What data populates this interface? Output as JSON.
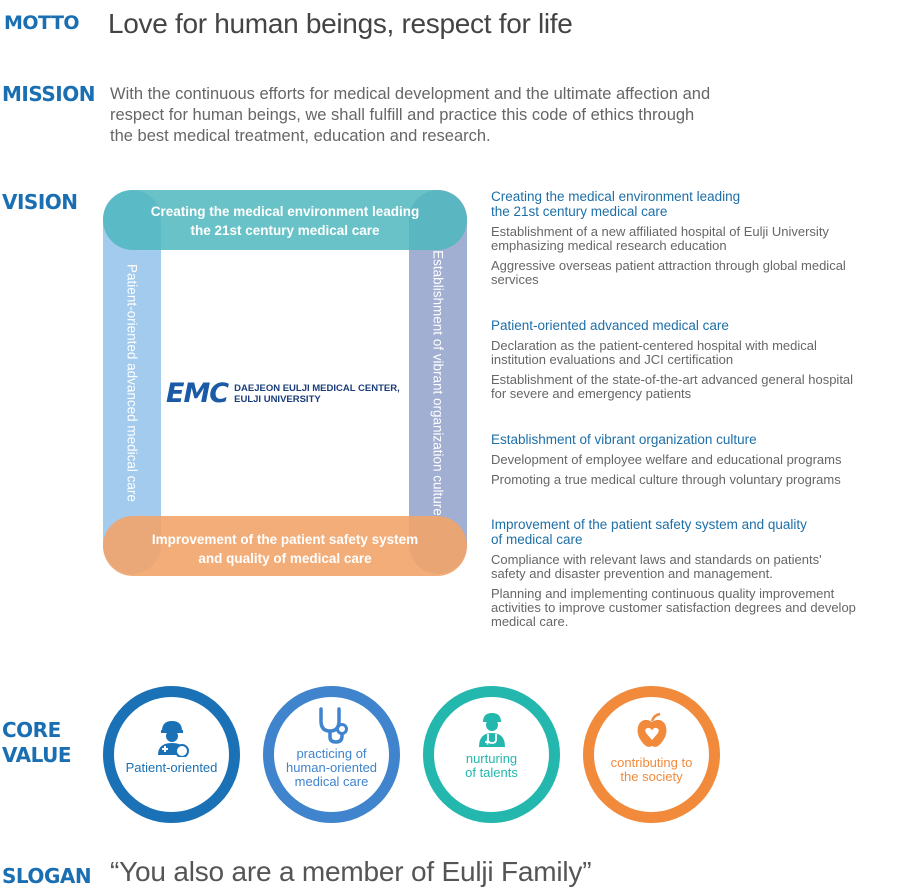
{
  "motto": {
    "label": "MOTTO",
    "text": "Love for human beings, respect for life"
  },
  "mission": {
    "label": "MISSION",
    "lines": [
      "With the continuous efforts for medical development and the ultimate affection and",
      "respect for human beings, we shall fulfill and practice this code of ethics through",
      "the best medical treatment, education and research."
    ]
  },
  "vision": {
    "label": "VISION",
    "frame": {
      "top": [
        "Creating the medical environment leading",
        "the 21st century medical care"
      ],
      "left": "Patient-oriented advanced medical care",
      "right": "Establishment of vibrant organization culture",
      "bottom": [
        "Improvement of the patient safety system",
        "and quality of medical care"
      ]
    },
    "logo": {
      "mark": "EMC",
      "line1": "DAEJEON EULJI MEDICAL CENTER,",
      "line2": "EULJI UNIVERSITY"
    },
    "groups": [
      {
        "title": [
          "Creating the medical environment leading",
          "the 21st century medical care"
        ],
        "items": [
          [
            "Establishment of a new affiliated hospital of Eulji University",
            "emphasizing medical research education"
          ],
          [
            "Aggressive overseas patient attraction through global medical",
            "services"
          ]
        ]
      },
      {
        "title": [
          "Patient-oriented advanced medical care"
        ],
        "items": [
          [
            "Declaration as the patient-centered hospital with medical",
            "institution evaluations and JCI certification"
          ],
          [
            "Establishment of the state-of-the-art advanced general hospital",
            "for severe and emergency patients"
          ]
        ]
      },
      {
        "title": [
          "Establishment of vibrant organization culture"
        ],
        "items": [
          [
            "Development of employee welfare and educational programs"
          ],
          [
            "Promoting a true medical culture through voluntary programs"
          ]
        ]
      },
      {
        "title": [
          "Improvement of the patient safety system and quality",
          "of medical care"
        ],
        "items": [
          [
            "Compliance with relevant laws and standards on patients'",
            "safety and disaster prevention and management."
          ],
          [
            "Planning and implementing continuous quality improvement",
            "activities to improve customer satisfaction degrees and develop",
            "medical care."
          ]
        ]
      }
    ]
  },
  "core_value": {
    "label": [
      "CORE",
      "VALUE"
    ],
    "values": [
      {
        "lines": [
          "Patient-oriented"
        ],
        "icon": "patient-icon",
        "color": "#1a71b6"
      },
      {
        "lines": [
          "practicing of",
          "human-oriented",
          "medical care"
        ],
        "icon": "stethoscope-icon",
        "color": "#3f84cd"
      },
      {
        "lines": [
          "nurturing",
          "of talents"
        ],
        "icon": "doctor-icon",
        "color": "#24b7ad"
      },
      {
        "lines": [
          "contributing to",
          "the society"
        ],
        "icon": "apple-heart-icon",
        "color": "#f28a3c"
      }
    ]
  },
  "slogan": {
    "label": "SLOGAN",
    "text": "“You also are a member of Eulji Family”"
  }
}
